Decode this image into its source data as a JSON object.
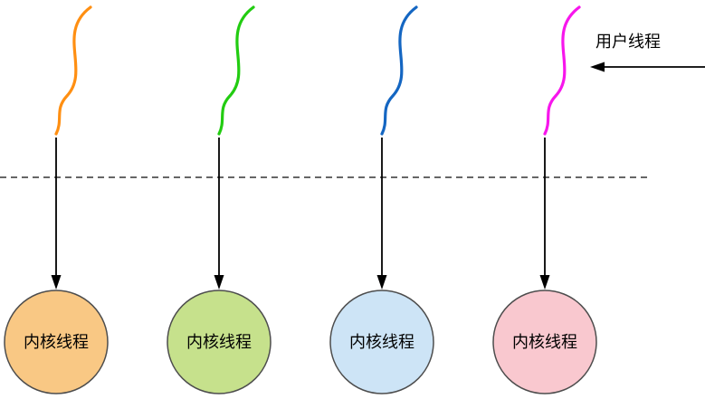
{
  "legend": {
    "user_thread_label": "用户线程"
  },
  "boundary": {
    "style": "dashed",
    "color": "#333333"
  },
  "arrow_color": "#000000",
  "threads": [
    {
      "id": "thread-1",
      "line_color": "#FF8F12",
      "circle_fill": "#F9C884",
      "circle_stroke": "#4d4d4d",
      "kernel_label": "内核线程"
    },
    {
      "id": "thread-2",
      "line_color": "#22CC11",
      "circle_fill": "#C6E18C",
      "circle_stroke": "#4d4d4d",
      "kernel_label": "内核线程"
    },
    {
      "id": "thread-3",
      "line_color": "#1466C2",
      "circle_fill": "#CDE4F6",
      "circle_stroke": "#4d4d4d",
      "kernel_label": "内核线程"
    },
    {
      "id": "thread-4",
      "line_color": "#F716EC",
      "circle_fill": "#F9C8CF",
      "circle_stroke": "#4d4d4d",
      "kernel_label": "内核线程"
    }
  ]
}
